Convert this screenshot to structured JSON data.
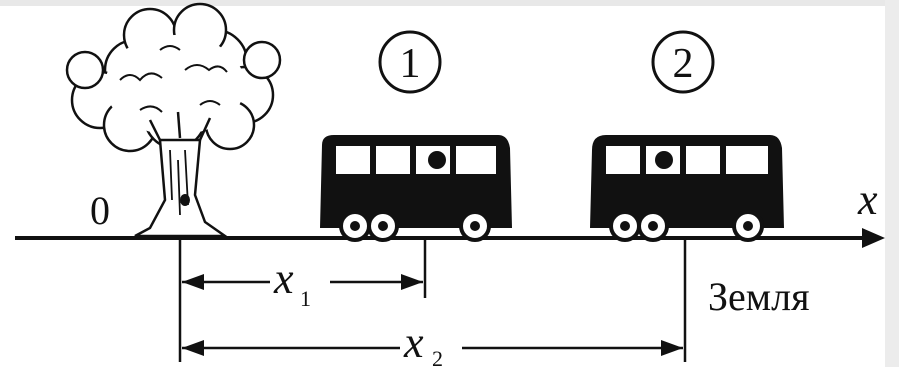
{
  "diagram": {
    "origin_label": "0",
    "axis_label": "x",
    "bus_labels": [
      "1",
      "2"
    ],
    "distance_1": {
      "symbol": "x",
      "subscript": "1"
    },
    "distance_2": {
      "symbol": "x",
      "subscript": "2"
    },
    "ground_label": "Земля"
  },
  "colors": {
    "ink": "#111111",
    "background": "#ffffff"
  }
}
